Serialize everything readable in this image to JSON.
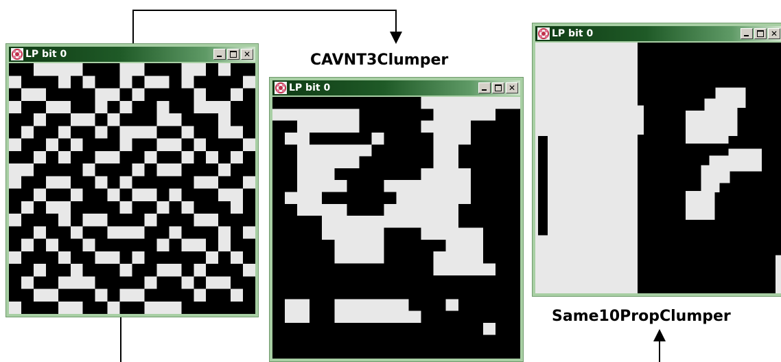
{
  "windows": [
    {
      "title": "LP bit 0"
    },
    {
      "title": "LP bit 0"
    },
    {
      "title": "LP bit 0"
    }
  ],
  "labels": {
    "middle": "CAVNT3Clumper",
    "right": "Same10PropClumper"
  },
  "icons": {
    "app": "flower-icon",
    "minimize": "minimize-icon",
    "maximize": "maximize-icon",
    "close": "close-icon"
  },
  "colors": {
    "cell_black": "#000000",
    "cell_light": "#e8e8e8",
    "window_frame": "#a8cfa4",
    "titlebar_dark": "#0f3a14"
  }
}
